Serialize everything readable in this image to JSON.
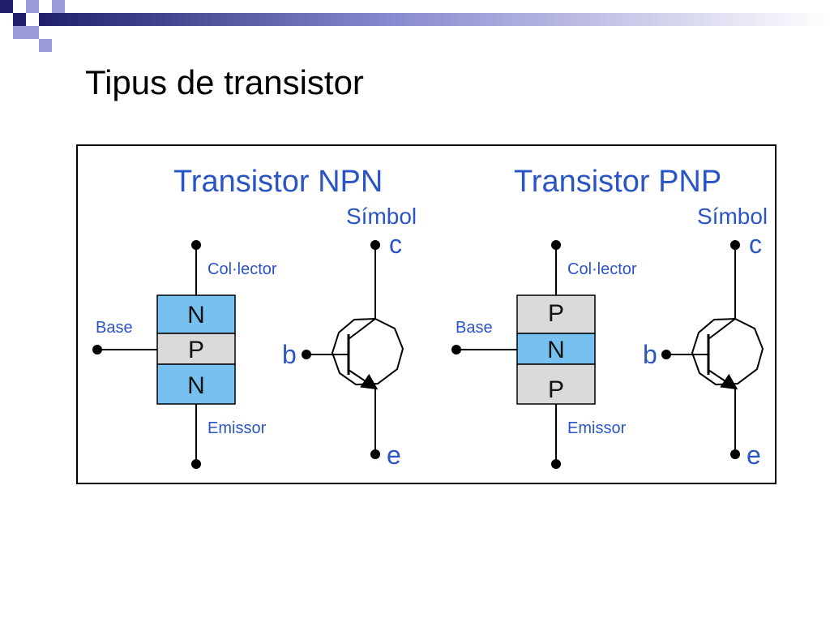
{
  "slide": {
    "title": "Tipus de transistor"
  },
  "colors": {
    "blue_text": "#2b55c4",
    "n_layer": "#77c1f0",
    "p_layer": "#dadada",
    "deco_navy": "#1f1f6b",
    "deco_lavender": "#9a9ad8"
  },
  "npn": {
    "heading": "Transistor NPN",
    "symbol_label": "Símbol",
    "collector_label": "Col·lector",
    "base_label": "Base",
    "emitter_label": "Emissor",
    "layers": [
      "N",
      "P",
      "N"
    ],
    "pin_c": "c",
    "pin_b": "b",
    "pin_e": "e"
  },
  "pnp": {
    "heading": "Transistor PNP",
    "symbol_label": "Símbol",
    "collector_label": "Col·lector",
    "base_label": "Base",
    "emitter_label": "Emissor",
    "layers": [
      "P",
      "N",
      "P"
    ],
    "pin_c": "c",
    "pin_b": "b",
    "pin_e": "e"
  }
}
